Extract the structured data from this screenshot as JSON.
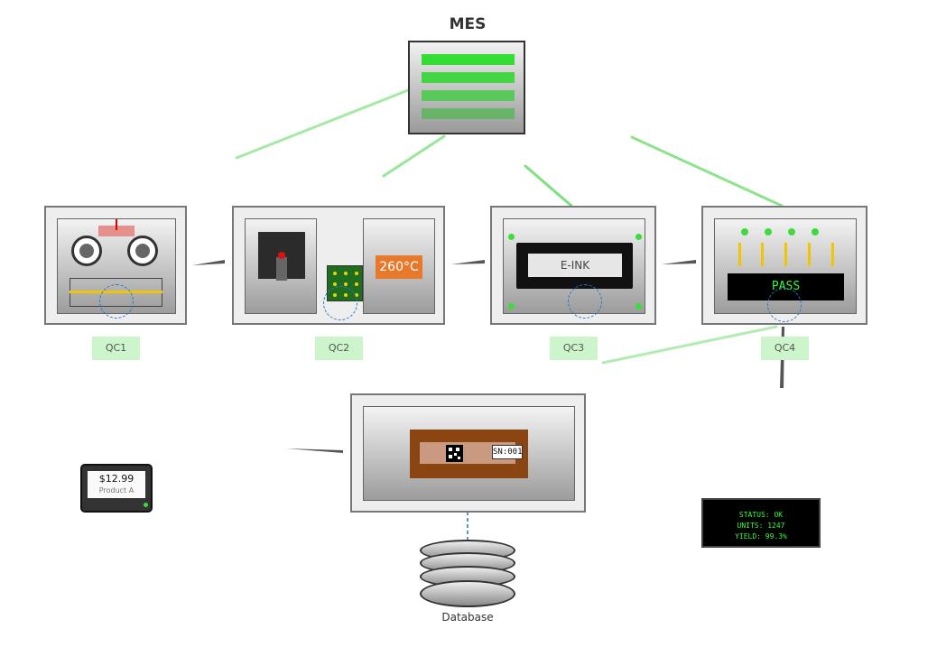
{
  "diagram": {
    "title": "MES",
    "stations": [
      {
        "label": "QC1"
      },
      {
        "label": "QC2",
        "temperature": "260°C"
      },
      {
        "label": "QC3",
        "display": "E-INK"
      },
      {
        "label": "QC4",
        "result": "PASS"
      }
    ],
    "assembly": {
      "serial": "SN:001"
    },
    "database": {
      "label": "Database"
    },
    "price_tag": {
      "price": "$12.99",
      "product": "Product A"
    },
    "status_panel": {
      "status": "STATUS: OK",
      "units": "UNITS: 1247",
      "yield": "YIELD: 99.3%"
    },
    "colors": {
      "link": "#77e077",
      "led_green": "#3ddc3d",
      "heater_orange": "#e8792b",
      "board_brown": "#8b4513",
      "terminal_green": "#33ff33"
    }
  }
}
